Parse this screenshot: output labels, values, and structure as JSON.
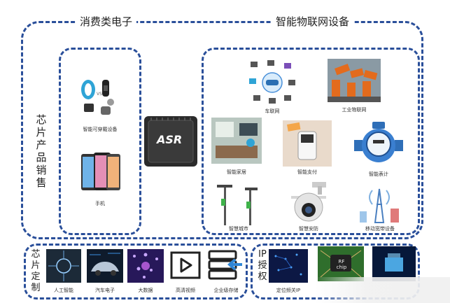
{
  "sections": {
    "consumer_title": "消费类电子",
    "iot_title": "智能物联网设备",
    "chip_products": "芯片产品销售",
    "chip_custom": "芯片定制",
    "ip_license": "IP授权"
  },
  "chip": {
    "logo_text": "ASR"
  },
  "consumer_items": [
    {
      "label": "智能可穿戴设备",
      "icon": "wearable-devices"
    },
    {
      "label": "手机",
      "icon": "smartphones"
    }
  ],
  "iot_items": [
    {
      "label": "车联网",
      "icon": "connected-car-network"
    },
    {
      "label": "工业物联网",
      "icon": "industrial-robots"
    },
    {
      "label": "智能家居",
      "icon": "smart-home"
    },
    {
      "label": "智能支付",
      "icon": "payment-terminal"
    },
    {
      "label": "智能表计",
      "icon": "water-meter"
    },
    {
      "label": "智慧城市",
      "icon": "street-lamps"
    },
    {
      "label": "智慧安防",
      "icon": "security-camera"
    },
    {
      "label": "移动宽带设备",
      "icon": "cell-tower"
    }
  ],
  "custom_items": [
    {
      "label": "人工智能",
      "icon": "ai-chip"
    },
    {
      "label": "汽车电子",
      "icon": "car"
    },
    {
      "label": "大数据",
      "icon": "big-data"
    },
    {
      "label": "高清视频",
      "icon": "play-video"
    },
    {
      "label": "企业级存储",
      "icon": "storage-server"
    }
  ],
  "ip_items": [
    {
      "label": "定位频关IP",
      "icon": "circuit-board"
    },
    {
      "label": "",
      "icon": "rf-chip"
    },
    {
      "label": "",
      "icon": "glowing-chip"
    }
  ],
  "vs_text": "VS.",
  "rf_chip_text": "RF chip",
  "colors": {
    "border": "#2a4f9a",
    "text": "#222222"
  }
}
